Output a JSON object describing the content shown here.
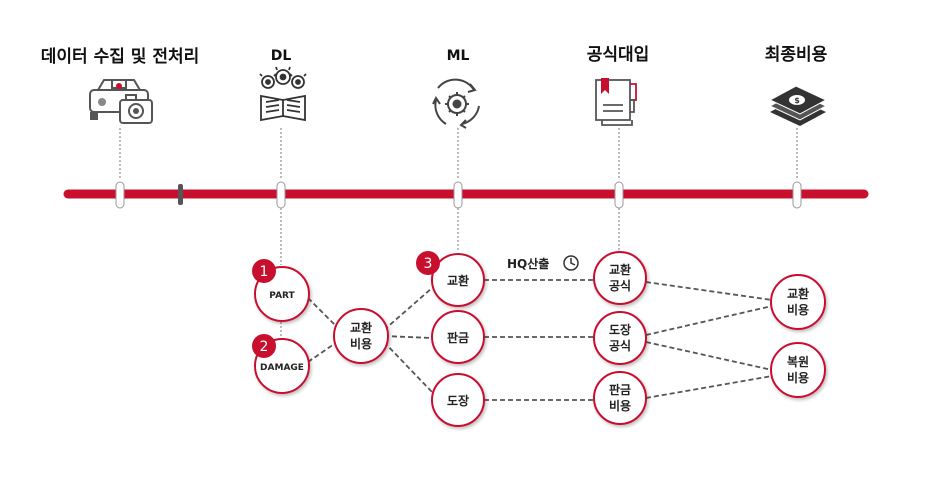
{
  "stages": [
    {
      "title": "데이터 수집 및 전처리",
      "icon": "car-camera-icon"
    },
    {
      "title": "DL",
      "icon": "book-gears-icon"
    },
    {
      "title": "ML",
      "icon": "cycle-gear-icon"
    },
    {
      "title": "공식대입",
      "icon": "document-bookmark-icon"
    },
    {
      "title": "최종비용",
      "icon": "money-stack-icon"
    }
  ],
  "nodes": {
    "part": "PART",
    "damage": "DAMAGE",
    "exchange_cost": [
      "교환",
      "비용"
    ],
    "exchange": "교환",
    "sheet_metal": "판금",
    "paint": "도장",
    "exchange_formula": [
      "교환",
      "공식"
    ],
    "paint_formula": [
      "도장",
      "공식"
    ],
    "sheet_metal_cost": [
      "판금",
      "비용"
    ],
    "final_exchange_cost": [
      "교환",
      "비용"
    ],
    "restore_cost": [
      "복원",
      "비용"
    ]
  },
  "badges": [
    "1",
    "2",
    "3"
  ],
  "hq_label": "HQ산출",
  "clock_icon": "clock-icon",
  "colors": {
    "accent": "#c8102e",
    "timeline": "#c8102e",
    "node_border": "#c8102e"
  }
}
